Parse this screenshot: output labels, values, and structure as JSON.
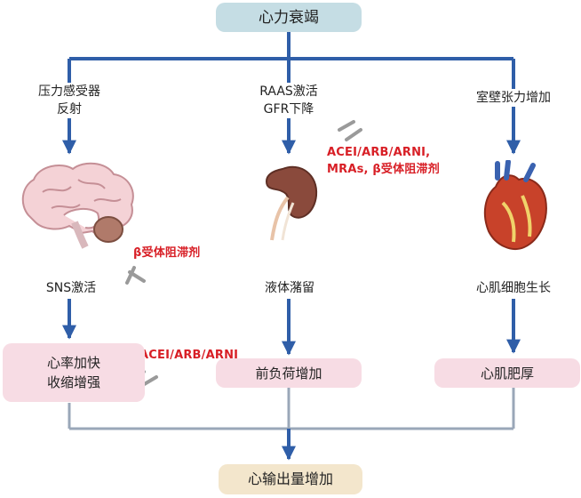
{
  "nodes": {
    "heart_failure": "心力衰竭",
    "baroreceptor": [
      "压力感受器",
      "反射"
    ],
    "raas": [
      "RAAS激活",
      "GFR下降"
    ],
    "wall_tension": "室壁张力增加",
    "sns": "SNS激活",
    "fluid": "液体潴留",
    "myocyte": "心肌细胞生长",
    "heart_rate": [
      "心率加快",
      "收缩增强"
    ],
    "preload": "前负荷增加",
    "hypertrophy": "心肌肥厚",
    "cardiac_output": "心输出量增加"
  },
  "drugs": {
    "raas_block": [
      "ACEI/ARB/ARNI,",
      "MRAs, β受体阻滞剂"
    ],
    "beta_block": "β受体阻滞剂",
    "acei_block": "ACEI/ARB/ARNI"
  },
  "icons": [
    "brain-icon",
    "kidney-icon",
    "heart-icon",
    "inhibition-icon"
  ],
  "colors": {
    "arrow": "#2f5ea8",
    "top_box": "#c5dde4",
    "pink_box": "#f7dce4",
    "bottom_box": "#f3e6cc",
    "drug_text": "#d81f26",
    "inhibitor": "#9a9a9a"
  }
}
